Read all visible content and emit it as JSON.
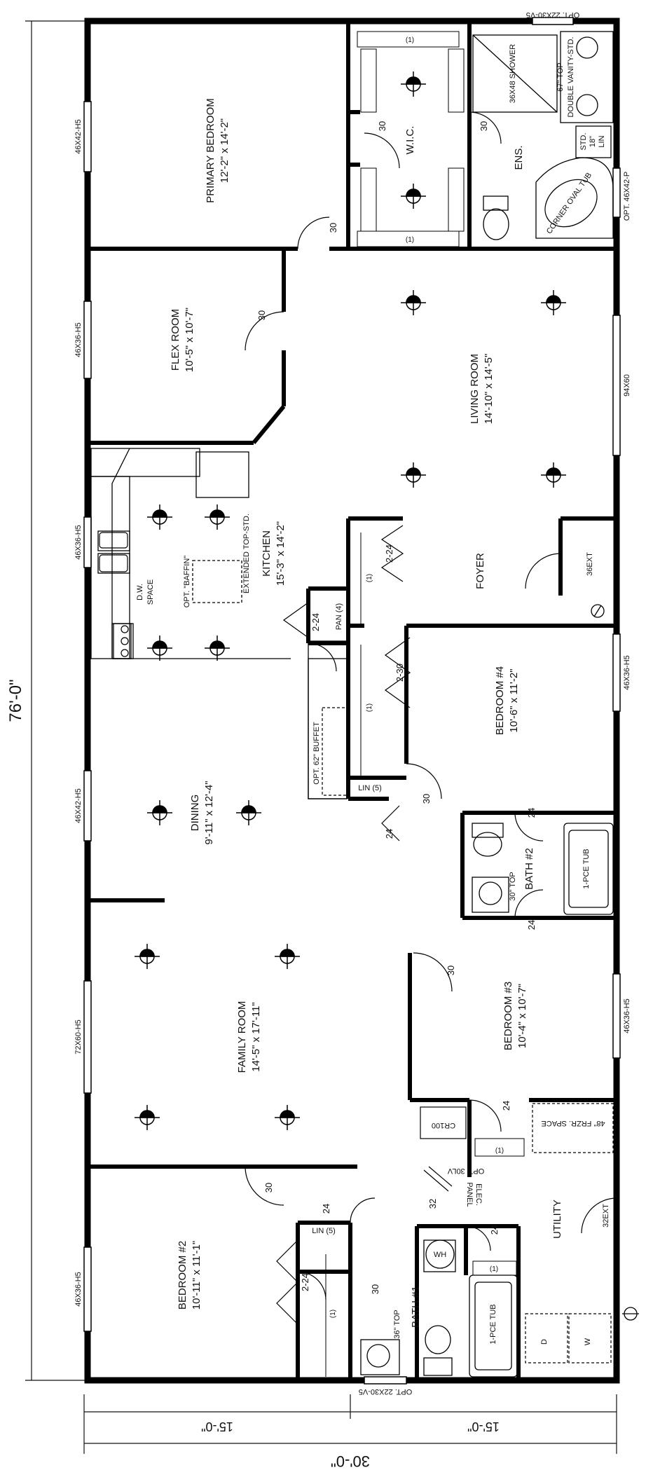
{
  "overall": {
    "length": "76'-0\"",
    "width": "30'-0\"",
    "width_left": "15'-0\"",
    "width_right": "15'-0\""
  },
  "rooms": {
    "primary_bedroom": {
      "name": "PRIMARY BEDROOM",
      "size": "12'-2\" x 14'-2\""
    },
    "flex_room": {
      "name": "FLEX ROOM",
      "size": "10'-5\" x 10'-7\""
    },
    "living_room": {
      "name": "LIVING ROOM",
      "size": "14'-10\" x 14'-5\""
    },
    "kitchen": {
      "name": "KITCHEN",
      "size": "15'-3\" x 14'-2\""
    },
    "dining": {
      "name": "DINING",
      "size": "9'-11\" x 12'-4\""
    },
    "family_room": {
      "name": "FAMILY ROOM",
      "size": "14'-5\" x 17'-11\""
    },
    "bedroom2": {
      "name": "BEDROOM #2",
      "size": "10'-11\" x 11'-1\""
    },
    "bedroom3": {
      "name": "BEDROOM #3",
      "size": "10'-4\" x 10'-7\""
    },
    "bedroom4": {
      "name": "BEDROOM #4",
      "size": "10'-6\" x 11'-2\""
    },
    "foyer": {
      "name": "FOYER"
    },
    "utility": {
      "name": "UTILITY"
    },
    "wic": {
      "name": "W.I.C."
    },
    "ens": {
      "name": "ENS."
    },
    "bath1": {
      "name": "BATH #1"
    },
    "bath2": {
      "name": "BATH #2"
    }
  },
  "windows": {
    "w_primary": "46X42-H5",
    "w_flex": "46X36-H5",
    "w_kitchen": "46X36-H5",
    "w_dining": "46X42-H5",
    "w_family": "72X60-H5",
    "w_bed2": "46X36-H5",
    "w_living": "94X60",
    "w_bed4": "46X36-H5",
    "w_bed3": "46X36-H5",
    "w_ens_side": "OPT. 46X42-P",
    "w_ens_top": "OPT. 22X30-V5",
    "w_bath1": "OPT. 22X30-V5"
  },
  "notes": {
    "shower": "36X48 SHOWER",
    "vanity_top": "67\" TOP",
    "vanity": "DOUBLE VANITY-STD.",
    "ens_lin_a": "STD.",
    "ens_lin_b": "18\"",
    "ens_lin_c": "LIN",
    "oval_tub": "CORNER OVAL TUB",
    "dw_space_a": "D.W.",
    "dw_space_b": "SPACE",
    "baffin": "OPT. \"BAFFIN\"",
    "ext_top": "EXTENDED TOP-STD.",
    "buffet": "OPT. 62\" BUFFET",
    "pan": "PAN (4)",
    "lin5_a": "LIN (5)",
    "lin5_b": "LIN (5)",
    "top30": "30\" TOP",
    "top36": "36\" TOP",
    "tub1": "1-PCE TUB",
    "tub2": "1-PCE TUB",
    "cr100": "CR100",
    "frzr": "48\" FRZR. SPACE",
    "elec_a": "ELEC.",
    "elec_b": "PANEL",
    "opt_30lv": "OPT. 30LV",
    "wh": "WH",
    "dryer": "D",
    "washer": "W",
    "ext36": "36EXT",
    "ext32": "32EXT",
    "d30": "30",
    "d24": "24",
    "d32": "32",
    "d224": "2-24",
    "d230": "2-30",
    "shelf": "(1)"
  }
}
